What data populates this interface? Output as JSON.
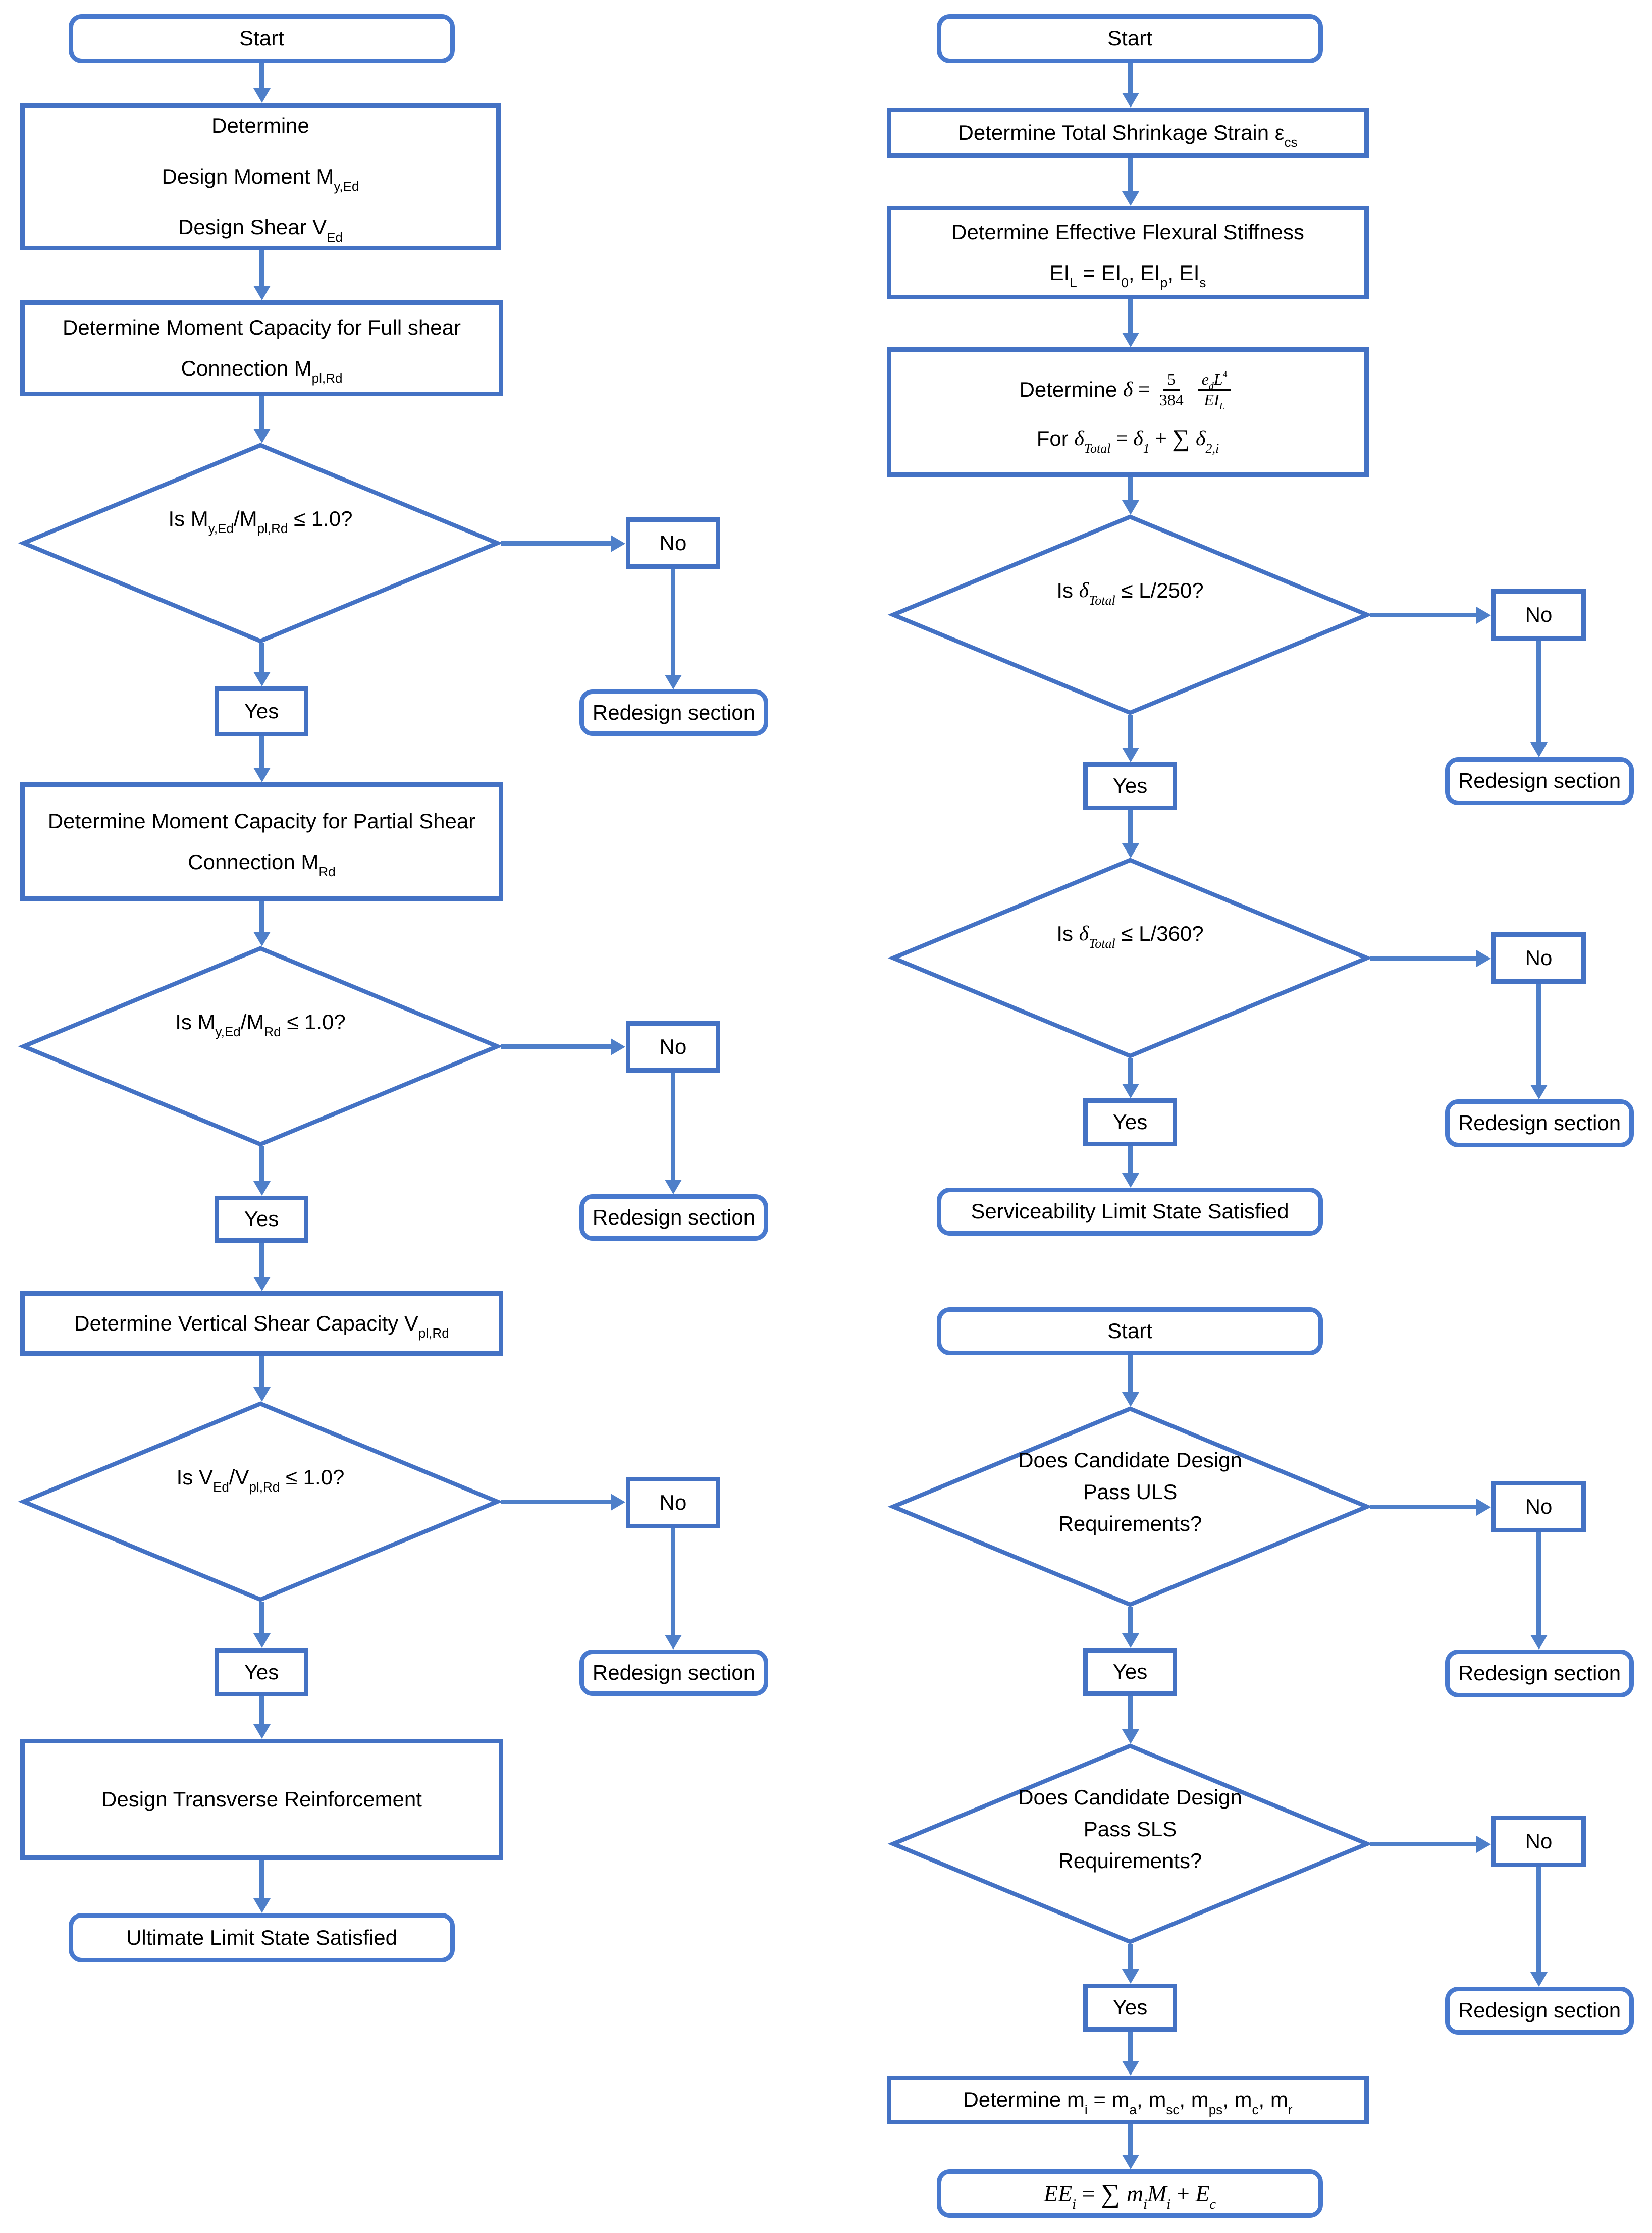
{
  "colors": {
    "shape_border": "#4472C4",
    "terminator_border": "#4879CE",
    "connector": "#4E7FC9",
    "text": "#000000",
    "background": "#FFFFFF"
  },
  "common": {
    "start": "Start",
    "yes": "Yes",
    "no": "No",
    "redesign": "Redesign section"
  },
  "left": {
    "determine_loads": [
      [
        {
          "t": "Determine"
        }
      ],
      [
        {
          "t": "Design Moment M"
        },
        {
          "t": "y,Ed",
          "k": "sub"
        }
      ],
      [
        {
          "t": "Design Shear V"
        },
        {
          "t": "Ed",
          "k": "sub"
        }
      ]
    ],
    "full_shear": [
      [
        {
          "t": "Determine Moment Capacity for Full shear"
        }
      ],
      [
        {
          "t": "Connection M"
        },
        {
          "t": "pl,Rd",
          "k": "sub"
        }
      ]
    ],
    "q_full": [
      [
        {
          "t": "Is M"
        },
        {
          "t": "y,Ed",
          "k": "sub"
        },
        {
          "t": "/M"
        },
        {
          "t": "pl,Rd",
          "k": "sub"
        },
        {
          "t": " ≤ 1.0?"
        }
      ]
    ],
    "partial_shear": [
      [
        {
          "t": "Determine Moment Capacity for Partial Shear"
        }
      ],
      [
        {
          "t": "Connection M"
        },
        {
          "t": "Rd",
          "k": "sub"
        }
      ]
    ],
    "q_partial": [
      [
        {
          "t": "Is M"
        },
        {
          "t": "y,Ed",
          "k": "sub"
        },
        {
          "t": "/M"
        },
        {
          "t": "Rd",
          "k": "sub"
        },
        {
          "t": " ≤ 1.0?"
        }
      ]
    ],
    "vertical_shear": [
      [
        {
          "t": "Determine Vertical Shear Capacity V"
        },
        {
          "t": "pl,Rd",
          "k": "sub"
        }
      ]
    ],
    "q_shear": [
      [
        {
          "t": "Is V"
        },
        {
          "t": "Ed",
          "k": "sub"
        },
        {
          "t": "/V"
        },
        {
          "t": "pl,Rd",
          "k": "sub"
        },
        {
          "t": " ≤ 1.0?"
        }
      ]
    ],
    "transverse": "Design Transverse Reinforcement",
    "uls_ok": "Ultimate Limit State Satisfied"
  },
  "right": {
    "shrinkage": [
      [
        {
          "t": "Determine Total Shrinkage Strain ε"
        },
        {
          "t": "cs",
          "k": "sub"
        }
      ]
    ],
    "stiffness": [
      [
        {
          "t": "Determine Effective Flexural Stiffness"
        }
      ],
      [
        {
          "t": "EI"
        },
        {
          "t": "L",
          "k": "sub"
        },
        {
          "t": " = EI"
        },
        {
          "t": "0",
          "k": "sub"
        },
        {
          "t": ", EI"
        },
        {
          "t": "p",
          "k": "sub"
        },
        {
          "t": ", EI"
        },
        {
          "t": "s",
          "k": "sub"
        }
      ]
    ],
    "deflection": [
      [
        {
          "t": "Determine "
        },
        {
          "t": "δ",
          "k": "i"
        },
        {
          "t": " =",
          "k": "m"
        },
        {
          "frac": {
            "num": [
              {
                "t": "5",
                "k": "m"
              }
            ],
            "den": [
              {
                "t": "384",
                "k": "m"
              }
            ]
          }
        },
        {
          "frac": {
            "num": [
              {
                "t": "e",
                "k": "i"
              },
              {
                "t": "d",
                "k": "isub"
              },
              {
                "t": "L",
                "k": "i"
              },
              {
                "t": "4",
                "k": "sup"
              }
            ],
            "den": [
              {
                "t": "EI",
                "k": "i"
              },
              {
                "t": "L",
                "k": "isub"
              }
            ]
          }
        }
      ],
      [
        {
          "t": "For "
        },
        {
          "t": "δ",
          "k": "i"
        },
        {
          "t": "Total",
          "k": "isub"
        },
        {
          "t": " = ",
          "k": "m"
        },
        {
          "t": "δ",
          "k": "i"
        },
        {
          "t": "1",
          "k": "isub"
        },
        {
          "t": " + ",
          "k": "m"
        },
        {
          "t": "∑ ",
          "k": "sum"
        },
        {
          "t": "δ",
          "k": "i"
        },
        {
          "t": "2,i",
          "k": "isub"
        }
      ]
    ],
    "q_l250": [
      [
        {
          "t": "Is "
        },
        {
          "t": "δ",
          "k": "i"
        },
        {
          "t": "Total",
          "k": "isub"
        },
        {
          "t": " ≤ L/250?"
        }
      ]
    ],
    "q_l360": [
      [
        {
          "t": "Is "
        },
        {
          "t": "δ",
          "k": "i"
        },
        {
          "t": "Total",
          "k": "isub"
        },
        {
          "t": " ≤ L/360?"
        }
      ]
    ],
    "sls_ok": "Serviceability Limit State Satisfied",
    "q_uls": [
      [
        {
          "t": "Does Candidate Design"
        }
      ],
      [
        {
          "t": "Pass ULS"
        }
      ],
      [
        {
          "t": "Requirements?"
        }
      ]
    ],
    "q_sls": [
      [
        {
          "t": "Does Candidate Design"
        }
      ],
      [
        {
          "t": "Pass SLS"
        }
      ],
      [
        {
          "t": "Requirements?"
        }
      ]
    ],
    "modular": [
      [
        {
          "t": "Determine m"
        },
        {
          "t": "i",
          "k": "sub"
        },
        {
          "t": " = m"
        },
        {
          "t": "a",
          "k": "sub"
        },
        {
          "t": ", m"
        },
        {
          "t": "sc",
          "k": "sub"
        },
        {
          "t": ", m"
        },
        {
          "t": "ps",
          "k": "sub"
        },
        {
          "t": ", m"
        },
        {
          "t": "c",
          "k": "sub"
        },
        {
          "t": ", m"
        },
        {
          "t": "r",
          "k": "sub"
        }
      ]
    ],
    "ee": [
      [
        {
          "t": "EE",
          "k": "i"
        },
        {
          "t": "i",
          "k": "isub"
        },
        {
          "t": " = ",
          "k": "m"
        },
        {
          "t": "∑ ",
          "k": "sum"
        },
        {
          "t": "m",
          "k": "i"
        },
        {
          "t": "i",
          "k": "isub"
        },
        {
          "t": "M",
          "k": "i"
        },
        {
          "t": "i",
          "k": "isub"
        },
        {
          "t": " + ",
          "k": "m"
        },
        {
          "t": "E",
          "k": "i"
        },
        {
          "t": "c",
          "k": "isub"
        }
      ]
    ]
  }
}
